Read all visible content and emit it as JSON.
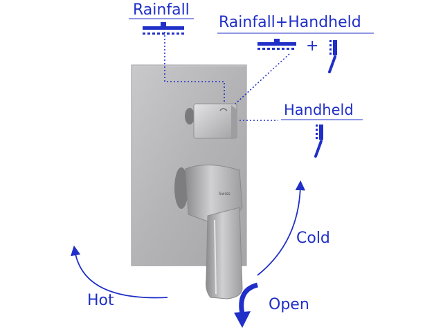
{
  "labels": {
    "rainfall": "Rainfall",
    "rainfall_handheld": "Rainfall+Handheld",
    "plus": "+",
    "handheld": "Handheld",
    "cold": "Cold",
    "hot": "Hot",
    "open": "Open"
  },
  "brand_mark": "Swiss",
  "colors": {
    "annotation_blue": "#1f2fc8",
    "plate_metal": "#b9b9bb",
    "plate_edge": "#9a9a9c",
    "background": "#ffffff"
  },
  "icons": {
    "rainfall": "rain-shower-head-icon",
    "handheld": "handheld-shower-icon"
  }
}
